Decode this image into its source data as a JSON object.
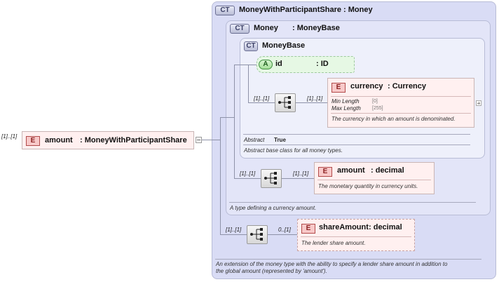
{
  "root_element": {
    "occurs": "[1]..[1]",
    "badge": "E",
    "name": "amount",
    "type": ": MoneyWithParticipantShare"
  },
  "outer_type": {
    "badge": "CT",
    "title": "MoneyWithParticipantShare : Money",
    "documentation_line1": "An extension of the money type with the ability to specify a lender share amount in addition to",
    "documentation_line2": "the global amount (represented by 'amount')."
  },
  "money_type": {
    "badge": "CT",
    "name": "Money",
    "base": ": MoneyBase",
    "documentation": "A type defining a currency amount."
  },
  "moneybase_type": {
    "badge": "CT",
    "title": "MoneyBase",
    "abstract_label": "Abstract",
    "abstract_value": "True",
    "documentation": "Abstract base class for all money types."
  },
  "id_attribute": {
    "badge": "A",
    "name": "id",
    "type": ": ID"
  },
  "currency_element": {
    "occurs_left": "[1]..[1]",
    "occurs_right": "[1]..[1]",
    "badge": "E",
    "name": "currency",
    "type": ": Currency",
    "facets": [
      {
        "label": "Min Length",
        "value": "[0]"
      },
      {
        "label": "Max Length",
        "value": "[255]"
      }
    ],
    "documentation": "The currency in which an amount is denominated."
  },
  "amount_element": {
    "occurs_left": "[1]..[1]",
    "occurs_right": "[1]..[1]",
    "badge": "E",
    "name": "amount",
    "type": ": decimal",
    "documentation": "The monetary quantity in currency units."
  },
  "share_amount_element": {
    "occurs_left": "[1]..[1]",
    "occurs_right": "0..[1]",
    "badge": "E",
    "name": "shareAmount",
    "type": ": decimal",
    "documentation": "The lender share amount."
  },
  "icons": [
    "sequence-icon",
    "collapse-icon",
    "expand-icon"
  ]
}
